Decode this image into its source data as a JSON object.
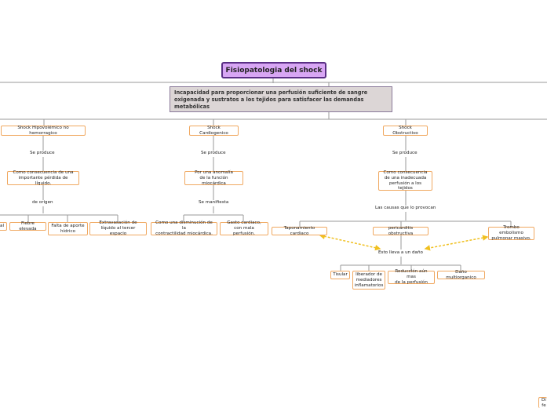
{
  "colors": {
    "line": "#9a9a9a",
    "node_border": "#f0a860",
    "root_fill": "#d8a6f4",
    "root_border": "#5a2f85",
    "definition_fill": "#dcd6d6",
    "dashed_arrow": "#f0c020"
  },
  "root": "Fisiopatologia del shock",
  "definition": "Incapacidad para proporcionar una perfusión suficiente de sangre oxigenada y sustratos a los tejidos para satisfacer las demandas metabólicas",
  "hypovolemic": {
    "title": "Shock Hipovolémico no hemorragico",
    "produce": "Se produce",
    "consequence": "Como consecuencia de una\nimportante pérdida de líquido.",
    "origin": "de origen",
    "causes": [
      "al",
      "Fiebre elevada",
      "Falta de aporte\nhídrico",
      "Extravasación de\nlíquido al tercer espacio"
    ]
  },
  "cardiogenic": {
    "title": "Shock Cardiogenico",
    "produce": "Se produce",
    "anomaly": "Por una anomalía\nde la función miocárdica",
    "manifests": "Se manifiesta",
    "items": [
      "Como una disminución de la\ncontractilidad miocárdica.",
      "Gasto cardiaco,\ncon mala perfusión."
    ]
  },
  "obstructive": {
    "title": "Shock Obstructivo",
    "produce": "Se produce",
    "consequence": "Como consecuencia\nde una inadecuada\nperfusión a los tejidos",
    "causes_label": "Las causas que lo provocan",
    "causes": [
      "Taponamiento cardiaco",
      "pericarditis obstructiva",
      "Trombo embolismo\npulmonar masivo."
    ],
    "leads_to": "Esto lleva a un daño",
    "damages": [
      "Tisular",
      "liberador de\nmediadores\ninflamatorios",
      "Reducción aún mas\nde la perfusión",
      "Daño multiorganico"
    ]
  },
  "offscreen": "Di\nfe"
}
